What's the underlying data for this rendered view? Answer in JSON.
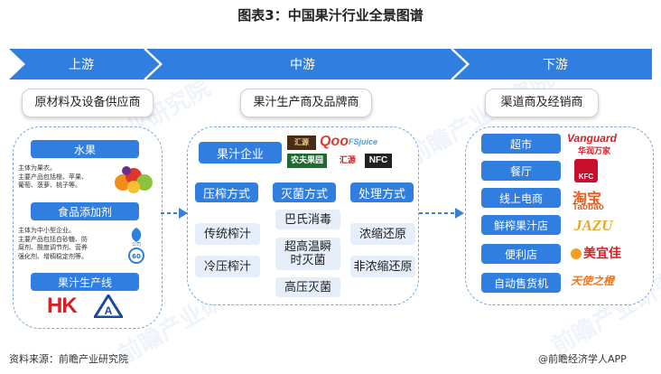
{
  "title": "图表3：中国果汁行业全景图谱",
  "stages": {
    "upstream": "上游",
    "midstream": "中游",
    "downstream": "下游"
  },
  "upstream": {
    "header": "原材料及设备供应商",
    "fruit": {
      "label": "水果",
      "notes": [
        "主体为果农。",
        "主要产品包括橙、苹果、",
        "葡萄、菠萝、桃子等。"
      ]
    },
    "additives": {
      "label": "食品添加剂",
      "notes": [
        "主体为中小型企业。",
        "主要产品包括白砂糖、防",
        "腐剂、酸度调节剂、营养",
        "强化剂、增稠稳定剂等。"
      ]
    },
    "line": {
      "label": "果汁生产线",
      "logos": [
        "HK",
        "A"
      ]
    }
  },
  "midstream": {
    "header": "果汁生产商及品牌商",
    "companies_label": "果汁企业",
    "brand_logos": [
      "汇源",
      "Qoo",
      "FSjuice",
      "农夫果园",
      "NFC"
    ],
    "pressing": {
      "label": "压榨方式",
      "items": [
        "传统榨汁",
        "冷压榨汁"
      ]
    },
    "sterilization": {
      "label": "灭菌方式",
      "items": [
        "巴氏消毒",
        "超高温瞬\n时灭菌",
        "高压灭菌"
      ]
    },
    "processing": {
      "label": "处理方式",
      "items": [
        "浓缩还原",
        "非浓缩还原"
      ]
    }
  },
  "downstream": {
    "header": "渠道商及经销商",
    "channels": [
      "超市",
      "餐厅",
      "线上电商",
      "鲜榨果汁店",
      "便利店",
      "自动售货机"
    ],
    "logos": {
      "vanguard": "Vanguard",
      "vanguard_cn": "华润万家",
      "kfc": "KFC",
      "taobao_cn": "淘宝",
      "taobao": "Taobao",
      "jazu": "JAZU",
      "meiyijia": "美宜佳",
      "tianshi": "天使之橙"
    }
  },
  "footer": {
    "source": "资料来源：前瞻产业研究院",
    "brand": "@前瞻经济学人APP"
  },
  "colors": {
    "stage_bar": "#2f7ee0",
    "button": "#2f7ee0",
    "light_button": "#e5eef9",
    "panel_border": "#7aa6e0",
    "arrow": "#3b7fd6"
  }
}
